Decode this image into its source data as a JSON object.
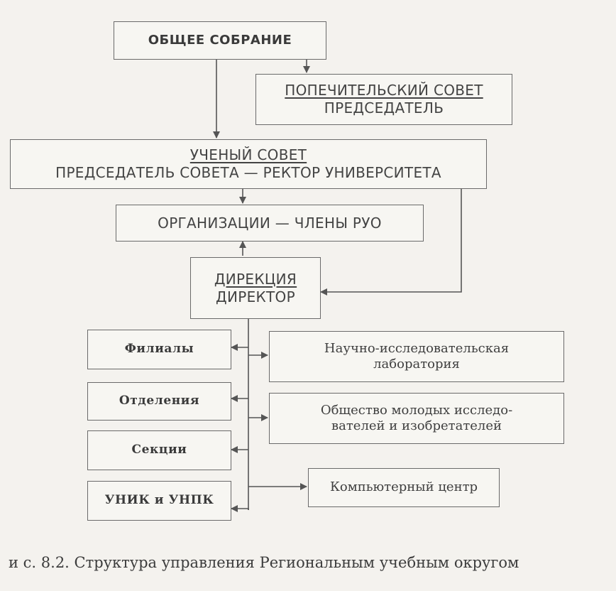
{
  "boxes": {
    "general_meeting": "ОБЩЕЕ СОБРАНИЕ",
    "board_title": "ПОПЕЧИТЕЛЬСКИЙ СОВЕТ",
    "board_sub": "ПРЕДСЕДАТЕЛЬ",
    "council_title": "УЧЕНЫЙ СОВЕТ",
    "council_sub": "ПРЕДСЕДАТЕЛЬ СОВЕТА — РЕКТОР УНИВЕРСИТЕТА",
    "organizations": "ОРГАНИЗАЦИИ — ЧЛЕНЫ РУО",
    "directorate_title": "ДИРЕКЦИЯ",
    "directorate_sub": "ДИРЕКТОР",
    "branches": "Филиалы",
    "departments": "Отделения",
    "sections": "Секции",
    "unik": "УНИК и УНПК",
    "lab": "Научно-исследовательская лаборатория",
    "society": "Общество молодых исследо-вателей и изобретателей",
    "computer_center": "Компьютерный центр"
  },
  "caption": "и с. 8.2. Структура управления Региональным учебным округом"
}
